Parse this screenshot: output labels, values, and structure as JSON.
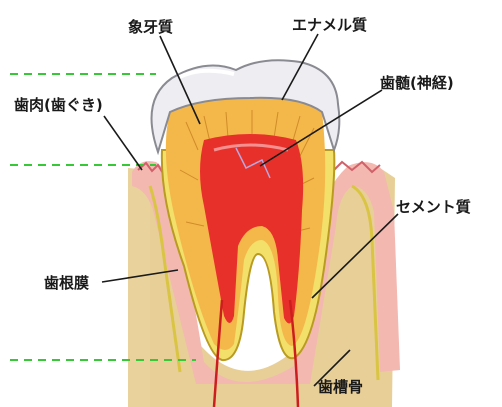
{
  "labels": {
    "dentin": "象牙質",
    "enamel": "エナメル質",
    "pulp": "歯髄(神経)",
    "gingiva": "歯肉(歯ぐき)",
    "cementum": "セメント質",
    "periodontal_ligament": "歯根膜",
    "alveolar_bone": "歯槽骨"
  },
  "colors": {
    "enamel": "#eeeef2",
    "dentin": "#f4b84a",
    "pulp": "#e8302a",
    "gum": "#f3b8b0",
    "bone": "#e8cf98",
    "cementum": "#f2e06a",
    "guide_line": "#37c837",
    "nerve": "#cc1e1e"
  }
}
